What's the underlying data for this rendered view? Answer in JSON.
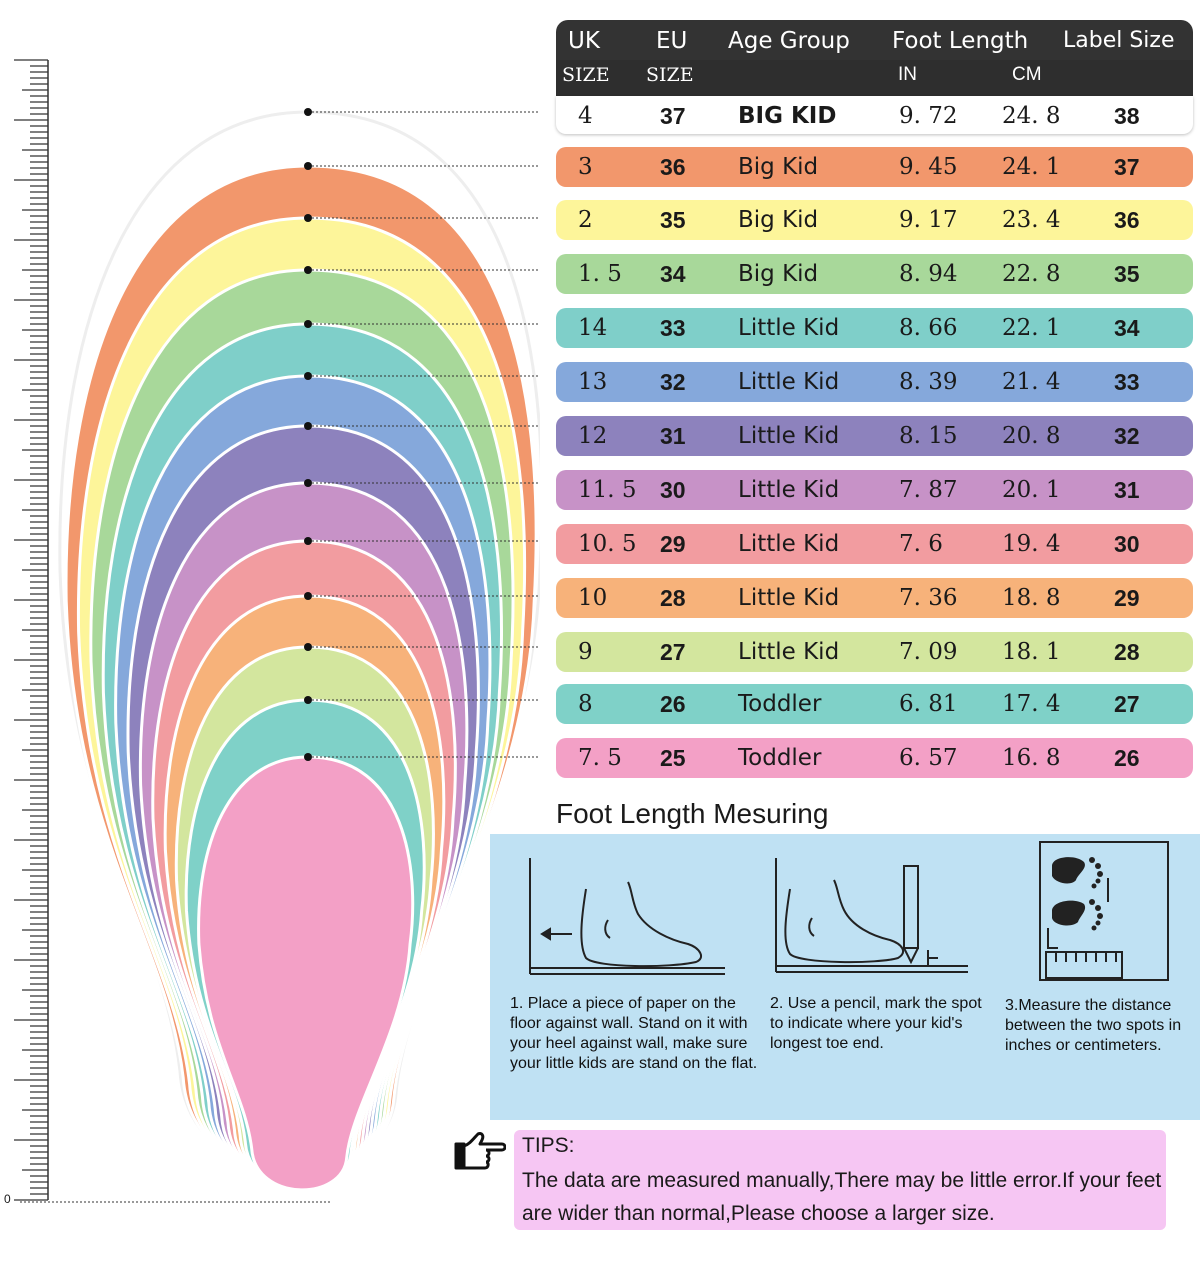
{
  "table": {
    "headers": {
      "uk": "UK",
      "eu": "EU",
      "age": "Age Group",
      "foot_length": "Foot Length",
      "label_size": "Label Size"
    },
    "subheaders": {
      "uk": "SIZE",
      "eu": "SIZE",
      "in": "IN",
      "cm": "CM"
    },
    "rows": [
      {
        "uk": "4",
        "eu": "37",
        "age": "BIG KID",
        "in": "9. 72",
        "cm": "24. 8",
        "label": "38",
        "color": "#ffffff"
      },
      {
        "uk": "3",
        "eu": "36",
        "age": "Big Kid",
        "in": "9. 45",
        "cm": "24. 1",
        "label": "37",
        "color": "#f2976c"
      },
      {
        "uk": "2",
        "eu": "35",
        "age": "Big Kid",
        "in": "9. 17",
        "cm": "23. 4",
        "label": "36",
        "color": "#fdf59a"
      },
      {
        "uk": "1. 5",
        "eu": "34",
        "age": "Big Kid",
        "in": "8. 94",
        "cm": "22. 8",
        "label": "35",
        "color": "#a8d89a"
      },
      {
        "uk": "14",
        "eu": "33",
        "age": "Little Kid",
        "in": "8. 66",
        "cm": "22. 1",
        "label": "34",
        "color": "#7fcfc9"
      },
      {
        "uk": "13",
        "eu": "32",
        "age": "Little Kid",
        "in": "8. 39",
        "cm": "21. 4",
        "label": "33",
        "color": "#85a8db"
      },
      {
        "uk": "12",
        "eu": "31",
        "age": "Little Kid",
        "in": "8. 15",
        "cm": "20. 8",
        "label": "32",
        "color": "#8d82bd"
      },
      {
        "uk": "11. 5",
        "eu": "30",
        "age": "Little Kid",
        "in": "7. 87",
        "cm": "20. 1",
        "label": "31",
        "color": "#c792c7"
      },
      {
        "uk": "10. 5",
        "eu": "29",
        "age": "Little Kid",
        "in": "7. 6",
        "cm": "19. 4",
        "label": "30",
        "color": "#f29ca0"
      },
      {
        "uk": "10",
        "eu": "28",
        "age": "Little Kid",
        "in": "7. 36",
        "cm": "18. 8",
        "label": "29",
        "color": "#f7b27a"
      },
      {
        "uk": "9",
        "eu": "27",
        "age": "Little Kid",
        "in": "7. 09",
        "cm": "18. 1",
        "label": "28",
        "color": "#d3e69e"
      },
      {
        "uk": "8",
        "eu": "26",
        "age": "Toddler",
        "in": "6. 81",
        "cm": "17. 4",
        "label": "27",
        "color": "#7fd1c8"
      },
      {
        "uk": "7. 5",
        "eu": "25",
        "age": "Toddler",
        "in": "6. 57",
        "cm": "16. 8",
        "label": "26",
        "color": "#f3a0c6"
      }
    ]
  },
  "measuring": {
    "title": "Foot Length Mesuring",
    "steps": [
      "1. Place a piece of paper on the floor against wall. Stand on it with your heel against wall, make sure your little kids are stand on the flat.",
      "2. Use a pencil, mark the spot to indicate where your kid's longest toe end.",
      "3.Measure the distance between the two spots in inches or centimeters."
    ]
  },
  "tips": {
    "title": "TIPS:",
    "text": "The data are measured manually,There may be little error.If your feet are wider than normal,Please choose a larger size."
  },
  "ruler": {
    "zero_label": "0"
  },
  "icons": {
    "hand": "pointing-hand-icon"
  }
}
